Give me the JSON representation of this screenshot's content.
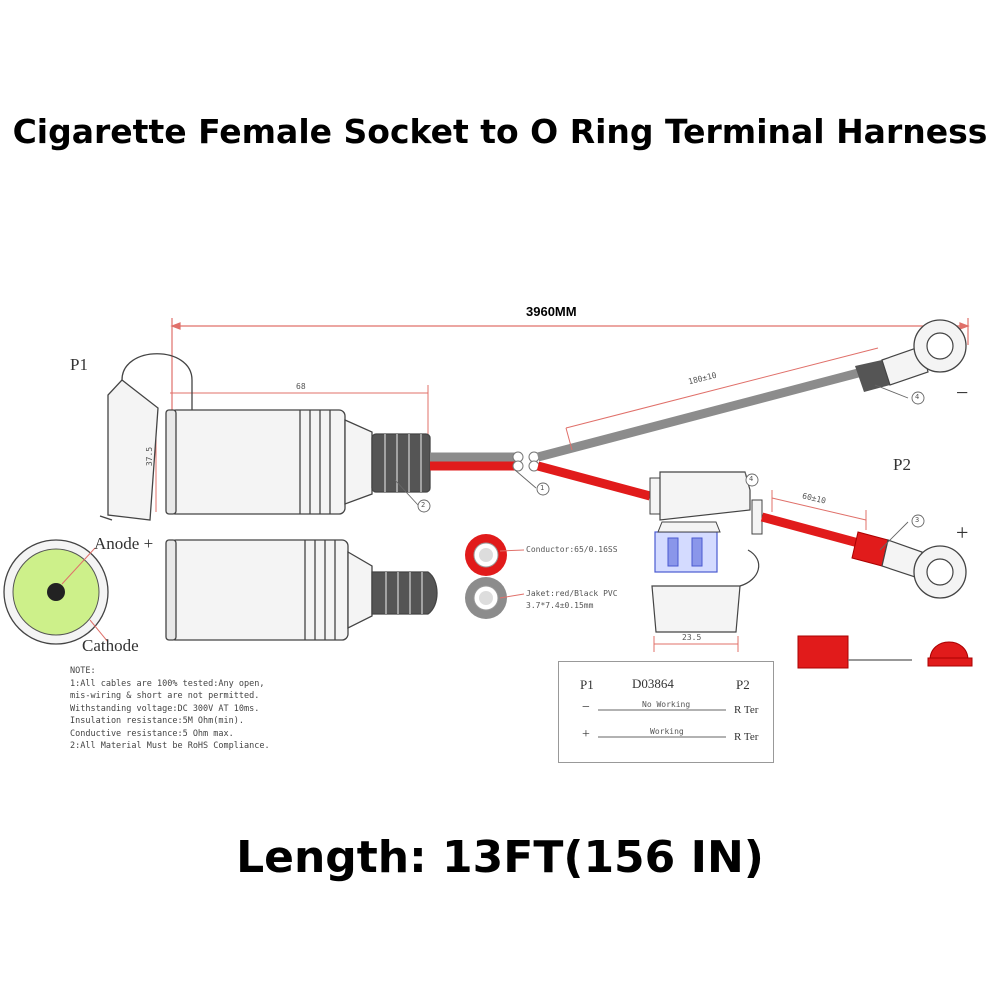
{
  "title": "Cigarette Female Socket to O Ring Terminal Harness",
  "overall_length": "3960MM",
  "length_caption": "Length: 13FT(156 IN)",
  "labels": {
    "p1": "P1",
    "p2": "P2",
    "anode": "Anode +",
    "cathode": "Cathode",
    "minus": "−",
    "plus": "+",
    "dim_socket": "68",
    "dim_height": "37.5",
    "dim_branch": "180±10",
    "dim_short": "60±10",
    "dim_fuse": "23.5"
  },
  "callouts": [
    "1",
    "2",
    "3",
    "4",
    "4"
  ],
  "cable_spec": {
    "conductor": "Conductor:65/0.16SS",
    "jacket": "Jaket:red/Black PVC",
    "size": "3.7*7.4±0.15mm"
  },
  "notes": [
    "NOTE:",
    "1:All cables are 100% tested:Any open,",
    " mis-wiring & short are not permitted.",
    " Withstanding voltage:DC 300V AT 10ms.",
    " Insulation resistance:5M Ohm(min).",
    " Conductive resistance:5 Ohm max.",
    "2:All Material Must be RoHS Compliance."
  ],
  "wiring_table": {
    "col_left": "P1",
    "part_no": "D03864",
    "col_right": "P2",
    "rows": [
      {
        "pin": "−",
        "desc": "No Working",
        "to": "R Ter"
      },
      {
        "pin": "+",
        "desc": "Working",
        "to": "R Ter"
      }
    ]
  },
  "colors": {
    "red_wire": "#e11b1b",
    "gray_wire": "#8c8c8c",
    "dim_line": "#e0706a",
    "socket_fill": "#f4f4f4",
    "disc_green": "#cdf08a"
  }
}
